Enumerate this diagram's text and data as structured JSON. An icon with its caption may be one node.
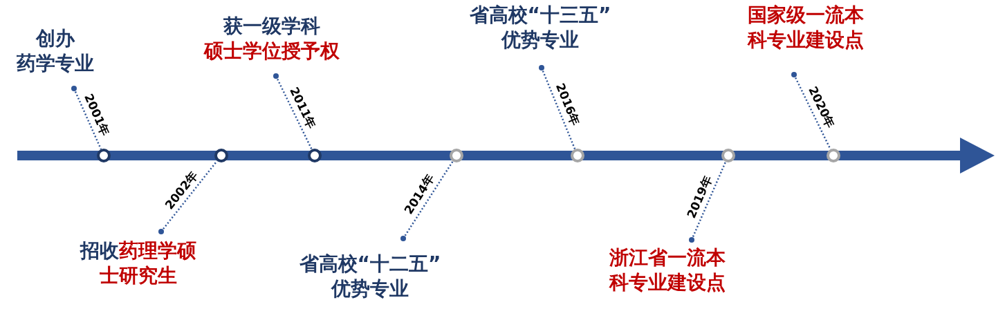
{
  "diagram": {
    "nodes": [
      {
        "text": [
          "创办",
          "药学专业"
        ]
      },
      {
        "text": [],
        "shape": "circle"
      },
      {
        "text": [
          "招收",
          "药理学硕士研究生"
        ]
      },
      {
        "text": [],
        "shape": "circle"
      },
      {
        "text": [
          "获一级学科",
          "硕士学位授予权"
        ]
      },
      {
        "text": [],
        "shape": "circle"
      },
      {
        "text": [
          "省高校“十二五”",
          "优势专业"
        ]
      },
      {
        "text": [],
        "shape": "circle"
      },
      {
        "text": [
          "省高校“十三五”",
          "优势专业"
        ]
      },
      {
        "text": [],
        "shape": "circle"
      },
      {
        "text": [
          "浙江省一流本科专业建设点"
        ]
      },
      {
        "text": [],
        "shape": "circle"
      },
      {
        "text": [
          "国家级一流本科专业建设点"
        ]
      },
      {
        "text": [],
        "shape": "circle"
      }
    ],
    "edges": [
      {
        "from": 0,
        "to": 1,
        "arrow": "other",
        "style": "dashed",
        "label": "2001年"
      },
      {
        "from": 2,
        "to": 3,
        "arrow": "other",
        "style": "dashed",
        "label": "2002年"
      },
      {
        "from": 4,
        "to": 5,
        "arrow": "other",
        "style": "dashed",
        "label": "2011年"
      },
      {
        "from": 6,
        "to": 7,
        "arrow": "other",
        "style": "dashed",
        "label": "2014年"
      },
      {
        "from": 8,
        "to": 9,
        "arrow": "other",
        "style": "dashed",
        "label": "2016年"
      },
      {
        "from": 10,
        "to": 11,
        "arrow": "other",
        "style": "dashed",
        "label": "2019年"
      },
      {
        "from": 12,
        "to": 13,
        "arrow": "other",
        "style": "dashed",
        "label": "2020年"
      }
    ]
  }
}
